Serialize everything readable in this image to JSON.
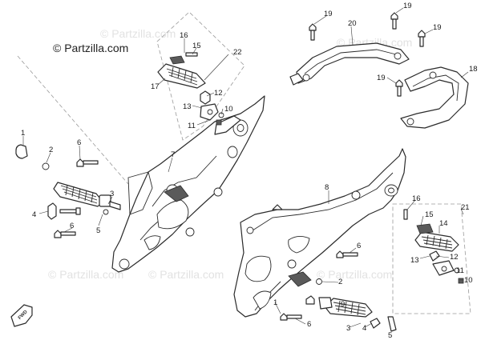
{
  "watermarks": {
    "main": "© Partzilla.com",
    "faint": [
      "© Partzilla.com",
      "© Partzilla.com",
      "© Partzilla.com",
      "© Partzilla.com",
      "© Partzilla.com"
    ]
  },
  "direction_marker": {
    "text": "FWD"
  },
  "callouts": {
    "c1_left": "1",
    "c2_left": "2",
    "c3_left": "3",
    "c4_left": "4",
    "c5_left": "5",
    "c6_left_top": "6",
    "c6_left_bottom": "6",
    "c7": "7",
    "c16_top": "16",
    "c15_top": "15",
    "c22": "22",
    "c17": "17",
    "c12_top": "12",
    "c13_top": "13",
    "c10_top": "10",
    "c11_top": "11",
    "c19_a": "19",
    "c19_b": "19",
    "c19_c": "19",
    "c19_d": "19",
    "c20": "20",
    "c18": "18",
    "c8": "8",
    "c16_bottom": "16",
    "c15_bottom": "15",
    "c21": "21",
    "c14": "14",
    "c12_bottom": "12",
    "c13_bottom": "13",
    "c11_bottom": "11",
    "c10_bottom": "10",
    "c6_right_top": "6",
    "c6_right_bottom": "6",
    "c2_right": "2",
    "c9": "9",
    "c1_right": "1",
    "c3_right": "3",
    "c4_right": "4",
    "c5_right": "5"
  }
}
